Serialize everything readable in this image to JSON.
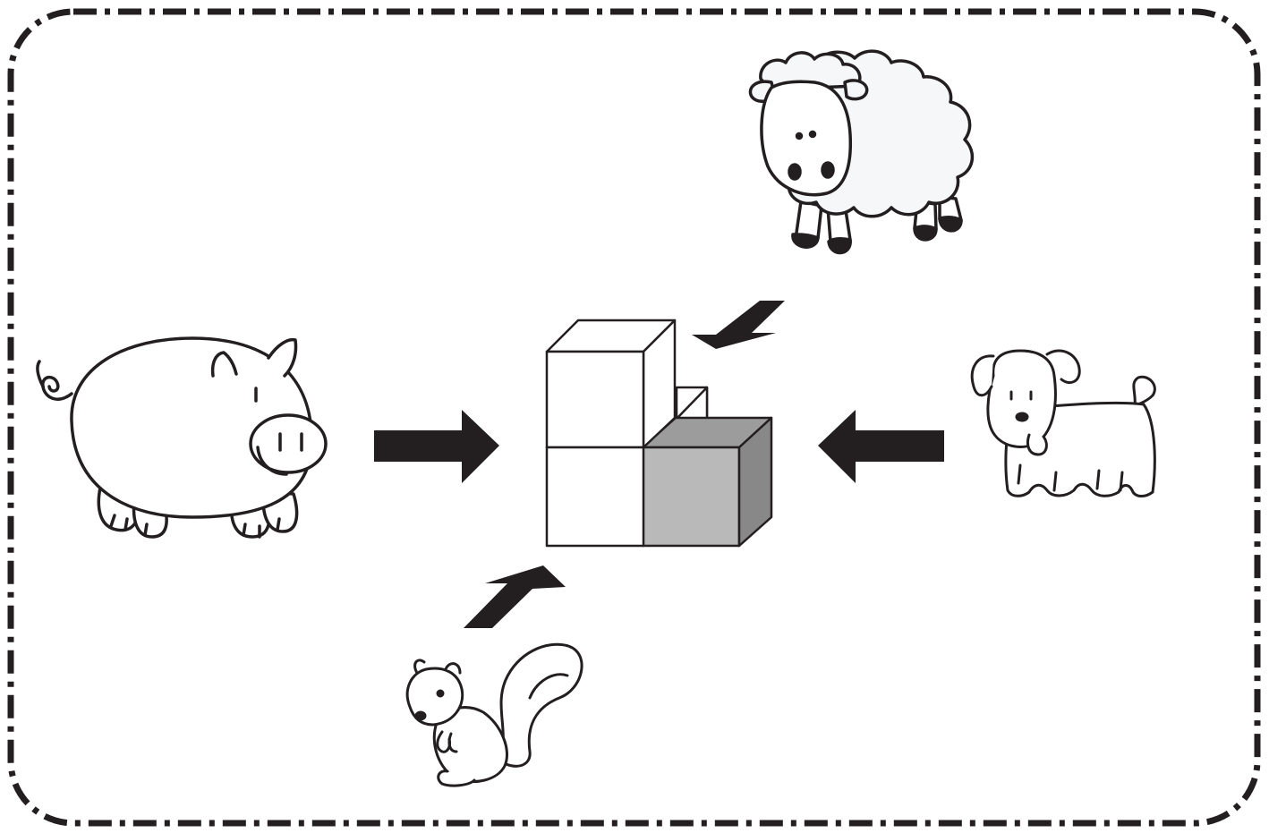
{
  "figure": {
    "viewpoints": [
      "pig",
      "sheep",
      "dog",
      "squirrel"
    ],
    "arrows": [
      {
        "from": "pig",
        "direction": "right"
      },
      {
        "from": "sheep",
        "direction": "down-left"
      },
      {
        "from": "dog",
        "direction": "left"
      },
      {
        "from": "squirrel",
        "direction": "up-right"
      }
    ],
    "block_structure": {
      "cubes": 4,
      "shaded_cubes": 1,
      "unit_colors": {
        "face": "#ffffff",
        "shaded_front": "#b9b9b9",
        "shaded_side": "#888888",
        "shaded_top": "#9c9c9c",
        "outline": "#231f20"
      }
    },
    "frame": {
      "style": "dash-dot",
      "corners": "rounded"
    }
  }
}
